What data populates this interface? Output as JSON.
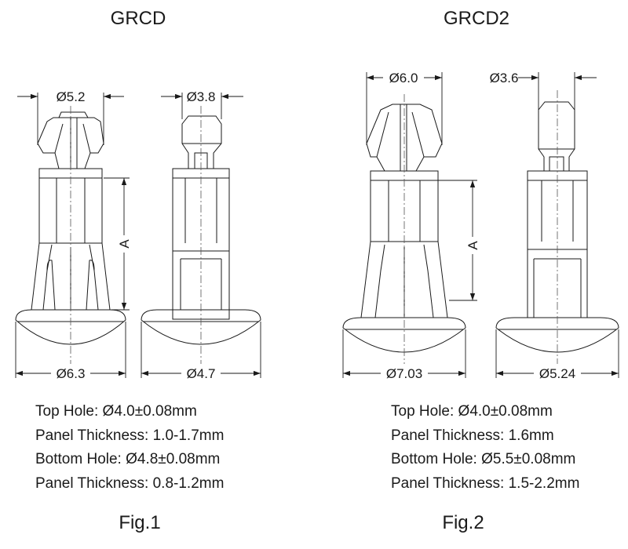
{
  "figure1": {
    "title": "GRCD",
    "dims": {
      "top_left": "Ø5.2",
      "top_right": "Ø3.8",
      "bottom_left": "Ø6.3",
      "bottom_right": "Ø4.7",
      "height": "A"
    },
    "specs": [
      "Top Hole: Ø4.0±0.08mm",
      "Panel Thickness: 1.0-1.7mm",
      "Bottom Hole: Ø4.8±0.08mm",
      "Panel Thickness: 0.8-1.2mm"
    ],
    "caption": "Fig.1"
  },
  "figure2": {
    "title": "GRCD2",
    "dims": {
      "top_left": "Ø6.0",
      "top_right": "Ø3.6",
      "bottom_left": "Ø7.03",
      "bottom_right": "Ø5.24",
      "height": "A"
    },
    "specs": [
      "Top Hole: Ø4.0±0.08mm",
      "Panel Thickness: 1.6mm",
      "Bottom Hole: Ø5.5±0.08mm",
      "Panel Thickness: 1.5-2.2mm"
    ],
    "caption": "Fig.2"
  }
}
